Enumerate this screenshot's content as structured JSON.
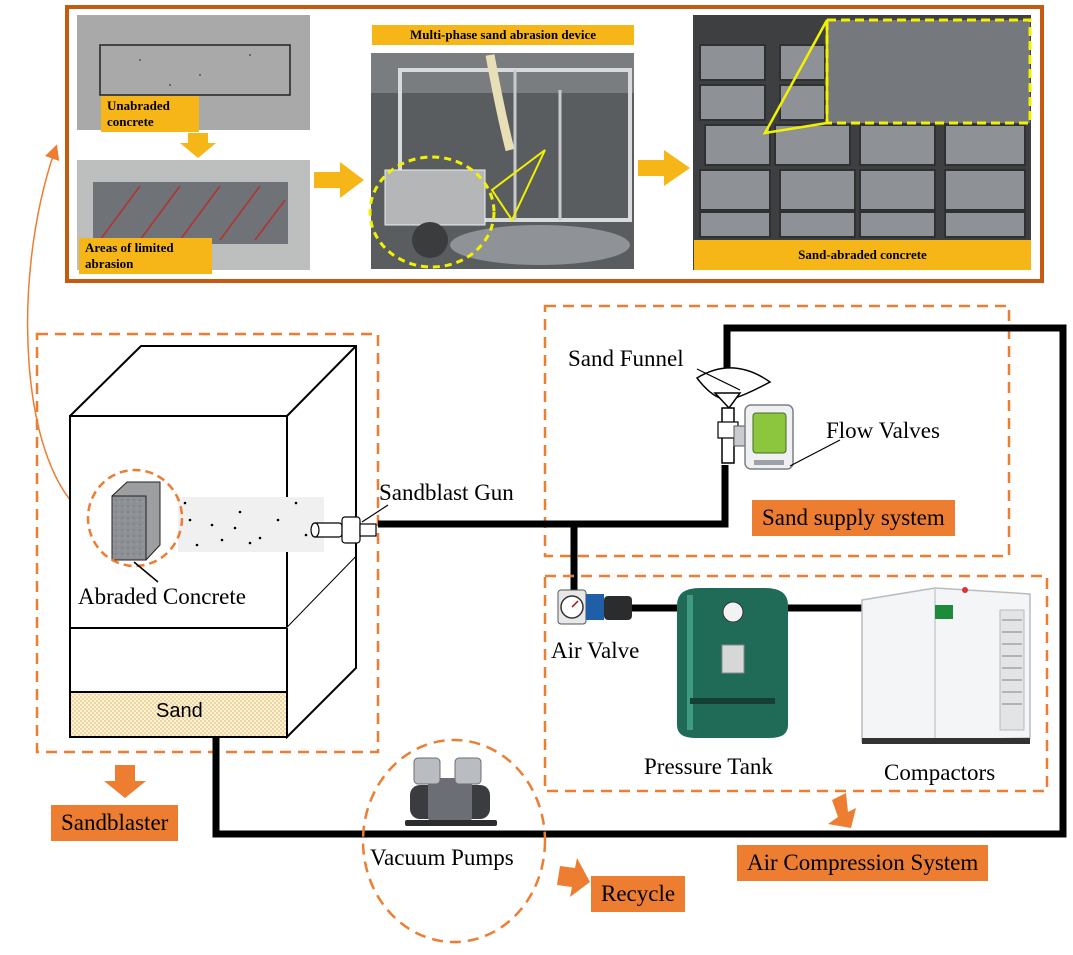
{
  "photo_panel": {
    "unabraded_label": [
      "Unabraded",
      "concrete"
    ],
    "limited_label": [
      "Areas of limited",
      "abrasion"
    ],
    "device_label": "Multi-phase sand abrasion device",
    "result_label": "Sand-abraded concrete"
  },
  "labels": {
    "sand_funnel": "Sand Funnel",
    "flow_valves": "Flow Valves",
    "sandblast_gun": "Sandblast Gun",
    "abraded_concrete": "Abraded Concrete",
    "sand": "Sand",
    "air_valve": "Air Valve",
    "pressure_tank": "Pressure Tank",
    "compactors": "Compactors",
    "vacuum_pumps": "Vacuum Pumps"
  },
  "systems": {
    "sand_supply": "Sand supply system",
    "sandblaster": "Sandblaster",
    "air_compression": "Air Compression System",
    "recycle": "Recycle"
  },
  "colors": {
    "accent_orange": "#ED7D31",
    "panel_border": "#C55A11",
    "label_yellow": "#F6B618",
    "highlight_yellow": "#F2F200",
    "tank_green": "#1F6B58"
  }
}
